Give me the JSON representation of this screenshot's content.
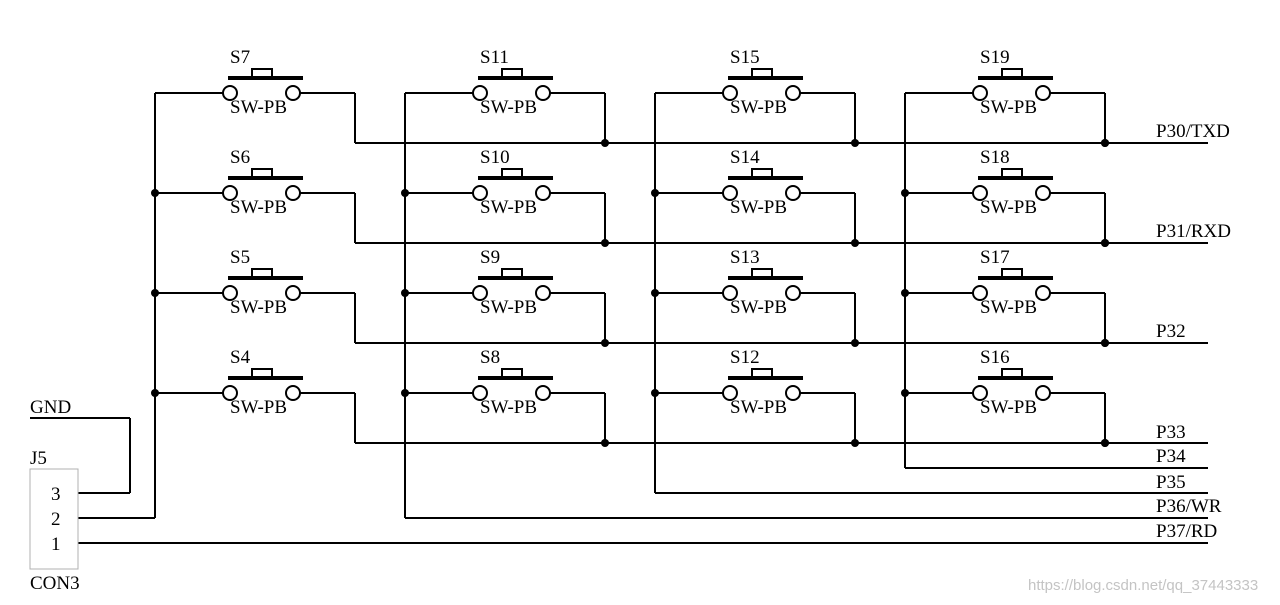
{
  "switches": {
    "type_label": "SW-PB",
    "grid": [
      [
        "S7",
        "S11",
        "S15",
        "S19"
      ],
      [
        "S6",
        "S10",
        "S14",
        "S18"
      ],
      [
        "S5",
        "S9",
        "S13",
        "S17"
      ],
      [
        "S4",
        "S8",
        "S12",
        "S16"
      ]
    ]
  },
  "row_nets": [
    "P30/TXD",
    "P31/RXD",
    "P32",
    "P33"
  ],
  "column_nets": [
    "P34",
    "P35",
    "P36/WR",
    "P37/RD"
  ],
  "connector": {
    "ref": "J5",
    "part": "CON3",
    "ground_net": "GND",
    "pins": [
      "3",
      "2",
      "1"
    ]
  },
  "watermark": "https://blog.csdn.net/qq_37443333"
}
